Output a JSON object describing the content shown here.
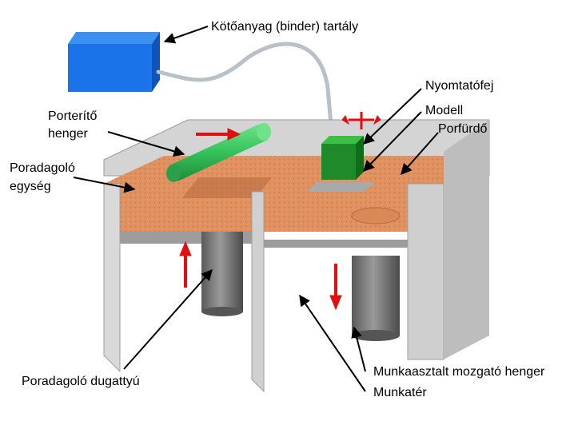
{
  "labels": {
    "binder_tank": "Kötőanyag (binder) tartály",
    "print_head": "Nyomtatófej",
    "model": "Modell",
    "powder_bed": "Porfürdő",
    "roller_line1": "Porterítő",
    "roller_line2": "henger",
    "feed_unit_line1": "Poradagoló",
    "feed_unit_line2": "egység",
    "feed_piston": "Poradagoló dugattyú",
    "build_piston": "Munkaasztalt mozgató henger",
    "build_chamber": "Munkatér"
  },
  "colors": {
    "binder_tank": "#1a73e8",
    "powder": "#e0915f",
    "roller": "#33c25a",
    "print_head": "#1f8a2a",
    "motion_arrow": "#e01010",
    "frame": "#c8c8c8",
    "piston": "#7a7a7a"
  }
}
